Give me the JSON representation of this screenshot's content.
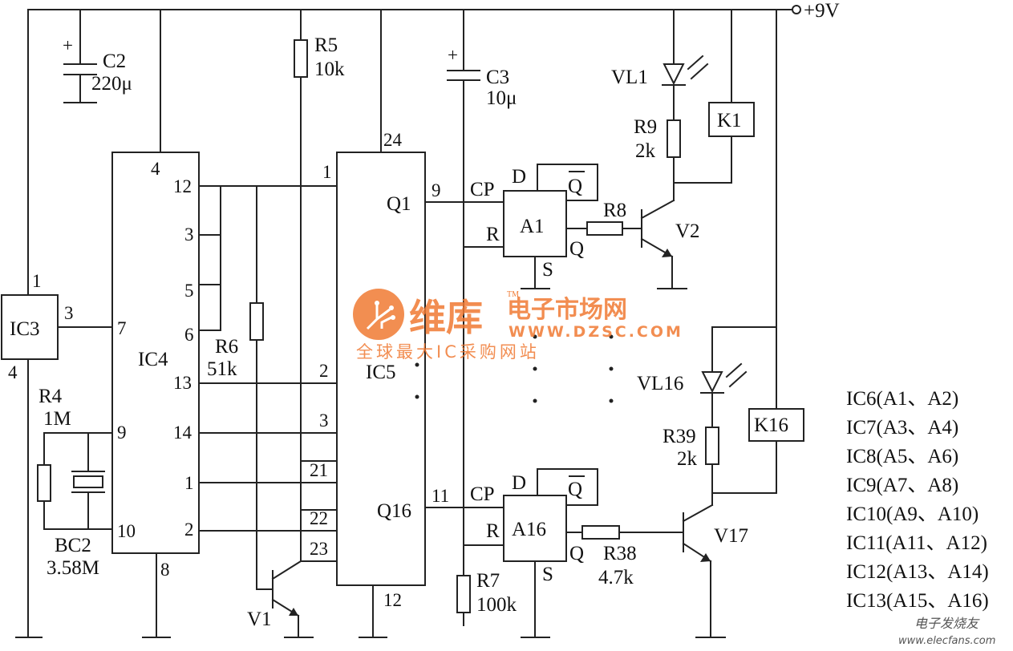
{
  "supply": "+9V",
  "capacitors": {
    "c2": "C2",
    "c2_value": "220μ",
    "c3": "C3",
    "c3_value": "10μ"
  },
  "resistors": {
    "r5": "R5",
    "r5_value": "10k",
    "r6": "R6",
    "r6_value": "51k",
    "r4": "R4",
    "r4_value": "1M",
    "r7": "R7",
    "r7_value": "100k",
    "r8": "R8",
    "r9": "R9",
    "r9_value": "2k",
    "r38": "R38",
    "r38_value": "4.7k",
    "r39": "R39",
    "r39_value": "2k"
  },
  "crystal": {
    "name": "BC2",
    "value": "3.58M"
  },
  "ics": {
    "ic3": "IC3",
    "ic4": "IC4",
    "ic5": "IC5",
    "a1": "A1",
    "a16": "A16"
  },
  "transistors": {
    "v1": "V1",
    "v2": "V2",
    "v17": "V17"
  },
  "leds": {
    "vl1": "VL1",
    "vl16": "VL16"
  },
  "relays": {
    "k1": "K1",
    "k16": "K16"
  },
  "flipflop_pins": {
    "d": "D",
    "qbar": "Q",
    "cp": "CP",
    "r": "R",
    "q": "Q",
    "s": "S"
  },
  "ic3_pins": {
    "p1": "1",
    "p3": "3",
    "p4": "4"
  },
  "ic4_pins": {
    "p4": "4",
    "p12": "12",
    "p3": "3",
    "p5": "5",
    "p6": "6",
    "p7": "7",
    "p13": "13",
    "p9": "9",
    "p14": "14",
    "p1": "1",
    "p10": "10",
    "p2": "2",
    "p8": "8"
  },
  "ic5_pins": {
    "p24": "24",
    "p1": "1",
    "q1": "Q1",
    "p9": "9",
    "p2": "2",
    "p3": "3",
    "p21": "21",
    "p22": "22",
    "p23": "23",
    "q16": "Q16",
    "p11": "11",
    "p12": "12"
  },
  "ic_list": [
    "IC6(A1、A2)",
    "IC7(A3、A4)",
    "IC8(A5、A6)",
    "IC9(A7、A8)",
    "IC10(A9、A10)",
    "IC11(A11、A12)",
    "IC12(A13、A14)",
    "IC13(A15、A16)"
  ],
  "watermark": {
    "brand": "维库",
    "site": "电子市场网",
    "tm": "TM",
    "url": "WWW.DZSC.COM",
    "slogan": "全球最大IC采购网站"
  },
  "footer": "电子发烧友",
  "footer_url": "www.elecfans.com",
  "colors": {
    "ink": "#222222",
    "watermark": "#f07a33",
    "background": "#ffffff"
  }
}
